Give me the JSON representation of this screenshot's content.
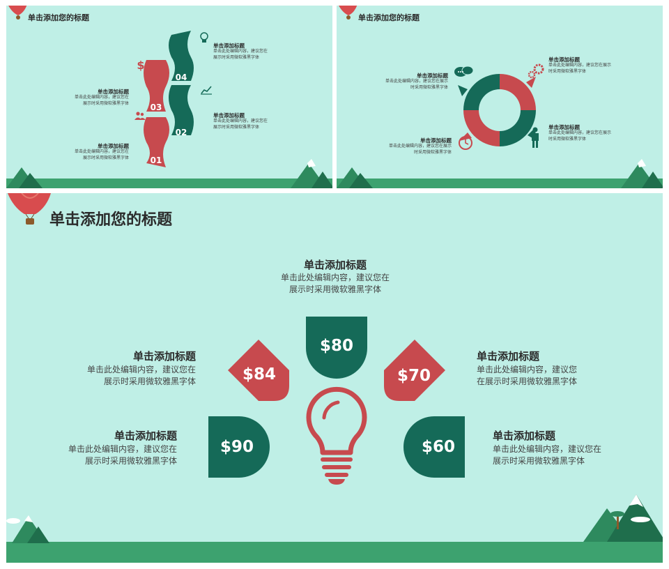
{
  "colors": {
    "bg": "#bfefe6",
    "green": "#156a58",
    "red": "#c74a4e",
    "ground": "#3da26f"
  },
  "slide1": {
    "title": "单击添加您的标题",
    "steps": [
      "01",
      "02",
      "03",
      "04"
    ],
    "items": [
      {
        "heading": "单击添加标题",
        "body": "单击此处编辑内容，建议您在\n展示时采用微软雅黑字体"
      },
      {
        "heading": "单击添加标题",
        "body": "单击此处编辑内容，建议您在\n展示时采用微软雅黑字体"
      },
      {
        "heading": "单击添加标题",
        "body": "单击此处编辑内容，建议您在\n展示时采用微软雅黑字体"
      },
      {
        "heading": "单击添加标题",
        "body": "单击此处编辑内容，建议您在\n展示时采用微软雅黑字体"
      }
    ],
    "icons": [
      "dollar-icon",
      "lightbulb-icon",
      "chart-icon",
      "people-icon"
    ]
  },
  "slide2": {
    "title": "单击添加您的标题",
    "items": [
      {
        "heading": "单击添加标题",
        "body": "单击此处编辑内容，建议您在展示\n时采用微软雅黑字体"
      },
      {
        "heading": "单击添加标题",
        "body": "单击此处编辑内容，建议您在展示\n时采用微软雅黑字体"
      },
      {
        "heading": "单击添加标题",
        "body": "单击此处编辑内容，建议您在展示\n时采用微软雅黑字体"
      },
      {
        "heading": "单击添加标题",
        "body": "单击此处编辑内容，建议您在展示\n时采用微软雅黑字体"
      }
    ],
    "icons": [
      "chat-icon",
      "gears-icon",
      "clock-icon",
      "person-icon"
    ]
  },
  "slide3": {
    "title": "单击添加您的标题",
    "prices": [
      "$80",
      "$84",
      "$70",
      "$90",
      "$60"
    ],
    "items": [
      {
        "heading": "单击添加标题",
        "body": "单击此处编辑内容，建议您在\n展示时采用微软雅黑字体"
      },
      {
        "heading": "单击添加标题",
        "body": "单击此处编辑内容，建议您在\n展示时采用微软雅黑字体"
      },
      {
        "heading": "单击添加标题",
        "body": "单击此处编辑内容，建议您\n在展示时采用微软雅黑字体"
      },
      {
        "heading": "单击添加标题",
        "body": "单击此处编辑内容，建议您在\n展示时采用微软雅黑字体"
      },
      {
        "heading": "单击添加标题",
        "body": "单击此处编辑内容，建议您在\n展示时采用微软雅黑字体"
      }
    ],
    "icons": [
      "lightbulb-icon",
      "balloon-icon"
    ]
  }
}
